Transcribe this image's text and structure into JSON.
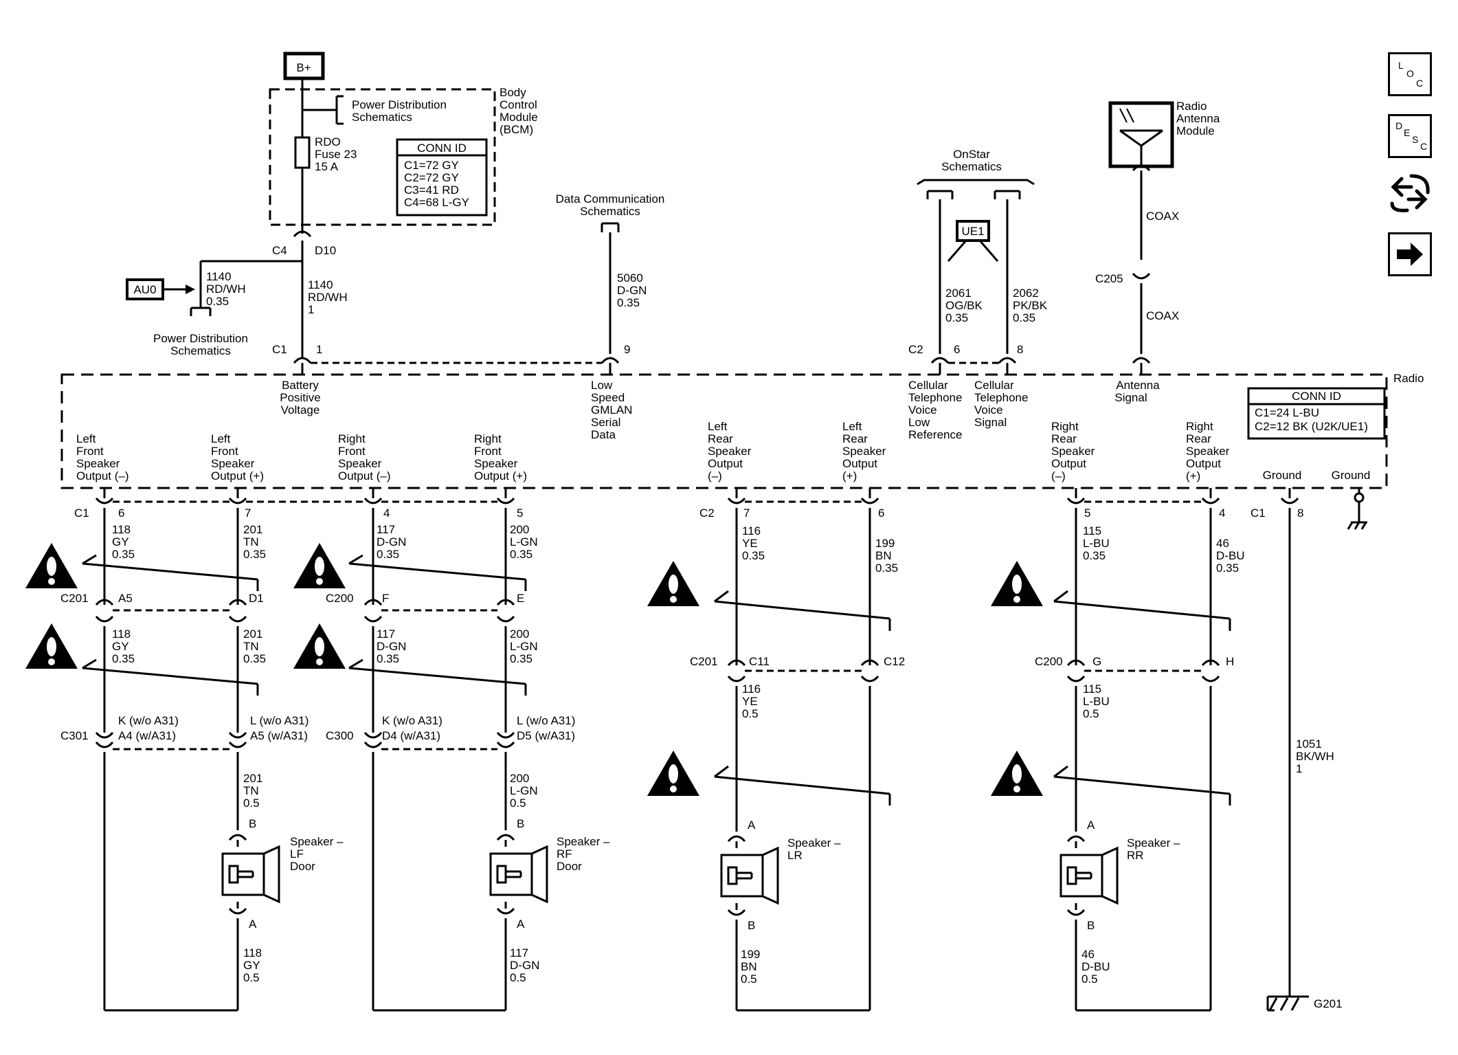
{
  "supply": {
    "bplus": "B+"
  },
  "bcm": {
    "pd_line1": "Power Distribution",
    "pd_line2": "Schematics",
    "name_lines": [
      "Body",
      "Control",
      "Module",
      "(BCM)"
    ],
    "fuse_lines": [
      "RDO",
      "Fuse 23",
      "15 A"
    ],
    "conn_title": "CONN ID",
    "conn_rows": [
      "C1=72 GY",
      "C2=72 GY",
      "C3=41 RD",
      "C4=68 L-GY"
    ]
  },
  "au0": {
    "box": "AU0",
    "wire": [
      "1140",
      "RD/WH",
      "0.35"
    ],
    "pd_lines": [
      "Power Distribution",
      "Schematics"
    ]
  },
  "batt": {
    "c4": "C4",
    "d10": "D10",
    "wire": [
      "1140",
      "RD/WH",
      "1"
    ],
    "c1": "C1",
    "pin": "1",
    "label_lines": [
      "Battery",
      "Positive",
      "Voltage"
    ]
  },
  "data_comm": {
    "title_lines": [
      "Data Communication",
      "Schematics"
    ],
    "wire": [
      "5060",
      "D-GN",
      "0.35"
    ],
    "pin": "9",
    "label_lines": [
      "Low",
      "Speed",
      "GMLAN",
      "Serial",
      "Data"
    ]
  },
  "onstar": {
    "title_lines": [
      "OnStar",
      "Schematics"
    ],
    "ue1": "UE1",
    "wire_left": [
      "2061",
      "OG/BK",
      "0.35"
    ],
    "wire_right": [
      "2062",
      "PK/BK",
      "0.35"
    ],
    "c2": "C2",
    "pin_left": "6",
    "pin_right": "8",
    "label_left": [
      "Cellular",
      "Telephone",
      "Voice",
      "Low",
      "Reference"
    ],
    "label_right": [
      "Cellular",
      "Telephone",
      "Voice",
      "Signal"
    ]
  },
  "antenna": {
    "title_lines": [
      "Radio",
      "Antenna",
      "Module"
    ],
    "coax1": "COAX",
    "c205": "C205",
    "coax2": "COAX",
    "label_lines": [
      "Antenna",
      "Signal"
    ]
  },
  "radio": {
    "name": "Radio",
    "conn_title": "CONN ID",
    "conn_rows": [
      "C1=24 L-BU",
      "C2=12 BK (U2K/UE1)"
    ],
    "outputs": [
      [
        "Left",
        "Front",
        "Speaker",
        "Output (–)"
      ],
      [
        "Left",
        "Front",
        "Speaker",
        "Output (+)"
      ],
      [
        "Right",
        "Front",
        "Speaker",
        "Output (–)"
      ],
      [
        "Right",
        "Front",
        "Speaker",
        "Output (+)"
      ],
      [
        "Left",
        "Rear",
        "Speaker",
        "Output",
        "(–)"
      ],
      [
        "Left",
        "Rear",
        "Speaker",
        "Output",
        "(+)"
      ],
      [
        "Right",
        "Rear",
        "Speaker",
        "Output",
        "(–)"
      ],
      [
        "Right",
        "Rear",
        "Speaker",
        "Output",
        "(+)"
      ]
    ],
    "ground1": "Ground",
    "ground2": "Ground"
  },
  "pins_lower": {
    "c1_left": "C1",
    "c2": "C2",
    "c1_right": "C1",
    "p6": "6",
    "p7": "7",
    "p4": "4",
    "p5": "5",
    "r7": "7",
    "r6": "6",
    "r5": "5",
    "r4": "4",
    "g8": "8"
  },
  "wires_top": {
    "w118": [
      "118",
      "GY",
      "0.35"
    ],
    "w201": [
      "201",
      "TN",
      "0.35"
    ],
    "w117": [
      "117",
      "D-GN",
      "0.35"
    ],
    "w200": [
      "200",
      "L-GN",
      "0.35"
    ],
    "w116": [
      "116",
      "YE",
      "0.35"
    ],
    "w199": [
      "199",
      "BN",
      "0.35"
    ],
    "w115": [
      "115",
      "L-BU",
      "0.35"
    ],
    "w46": [
      "46",
      "D-BU",
      "0.35"
    ]
  },
  "inline1": {
    "c201": "C201",
    "a5": "A5",
    "d1": "D1",
    "c200": "C200",
    "f": "F",
    "e": "E"
  },
  "wires_mid": {
    "w118": [
      "118",
      "GY",
      "0.35"
    ],
    "w201": [
      "201",
      "TN",
      "0.35"
    ],
    "w117": [
      "117",
      "D-GN",
      "0.35"
    ],
    "w200": [
      "200",
      "L-GN",
      "0.35"
    ]
  },
  "inline_rear": {
    "c201": "C201",
    "c11": "C11",
    "c12": "C12",
    "c200": "C200",
    "g": "G",
    "h": "H"
  },
  "wires_rear_mid": {
    "w116": [
      "116",
      "YE",
      "0.5"
    ],
    "w115": [
      "115",
      "L-BU",
      "0.5"
    ]
  },
  "inline2": {
    "c301": "C301",
    "k1": "K (w/o A31)",
    "a4": "A4 (w/A31)",
    "l1": "L (w/o A31)",
    "a5": "A5 (w/A31)",
    "c300": "C300",
    "k2": "K (w/o A31)",
    "d4": "D4 (w/A31)",
    "l2": "L (w/o A31)",
    "d5": "D5 (w/A31)"
  },
  "wires_spk_top": {
    "w201": [
      "201",
      "TN",
      "0.5"
    ],
    "w200": [
      "200",
      "L-GN",
      "0.5"
    ]
  },
  "speakers": {
    "lf": [
      "Speaker –",
      "LF",
      "Door"
    ],
    "rf": [
      "Speaker –",
      "RF",
      "Door"
    ],
    "lr": [
      "Speaker –",
      "LR"
    ],
    "rr": [
      "Speaker –",
      "RR"
    ],
    "pin_a": "A",
    "pin_b": "B"
  },
  "wires_bottom": {
    "w118": [
      "118",
      "GY",
      "0.5"
    ],
    "w117": [
      "117",
      "D-GN",
      "0.5"
    ],
    "w199": [
      "199",
      "BN",
      "0.5"
    ],
    "w46": [
      "46",
      "D-BU",
      "0.5"
    ]
  },
  "ground_wire": [
    "1051",
    "BK/WH",
    "1"
  ],
  "ground_point": "G201",
  "nav_icons": {
    "loc": [
      "L",
      "O",
      "C"
    ],
    "desc": [
      "D",
      "E",
      "S",
      "C"
    ]
  }
}
